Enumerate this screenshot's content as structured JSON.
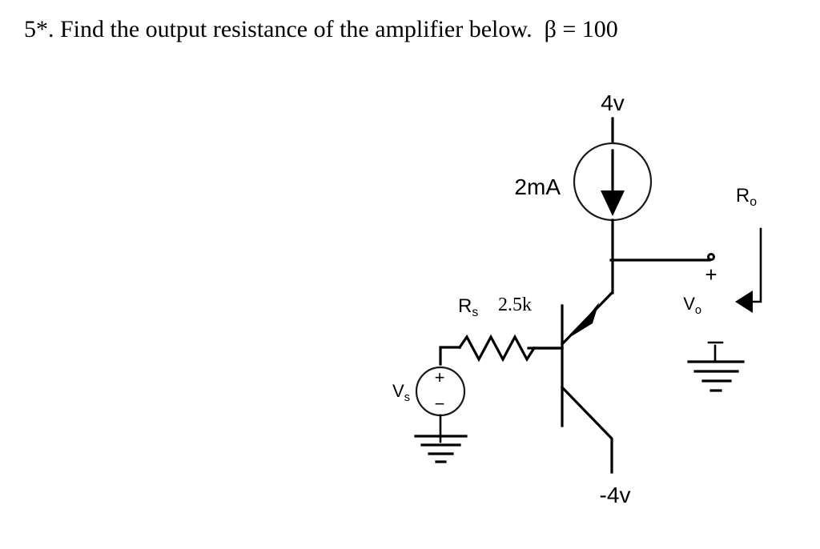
{
  "problem": {
    "number": "5*.",
    "statement": "5*. Find the output resistance of the amplifier below.",
    "beta_label": "β = 100",
    "full_title": "5*. Find the output resistance of the amplifier below.  β = 100"
  },
  "circuit": {
    "type": "BJT amplifier (PNP common-collector / emitter-follower)",
    "supplies": {
      "top_rail_label": "4v",
      "bottom_rail_label": "-4v"
    },
    "current_source": {
      "name": "bias-current-source",
      "value_label": "2mA",
      "direction": "down",
      "icon": "current-source-circle-arrow-down"
    },
    "source_resistor": {
      "name": "Rs",
      "symbol_label": "R",
      "symbol_subscript": "s",
      "value_label": "2.5k",
      "icon": "resistor-zigzag"
    },
    "input_source": {
      "name": "Vs",
      "symbol_label": "V",
      "symbol_subscript": "s",
      "plus_label": "+",
      "minus_label": "−",
      "icon": "voltage-source-circle"
    },
    "transistor": {
      "name": "Q1",
      "device": "PNP bipolar junction transistor",
      "beta_label": "β = 100",
      "terminals": [
        "emitter",
        "base",
        "collector"
      ]
    },
    "output": {
      "voltage_label": "V",
      "voltage_subscript": "o",
      "polarity_plus": "+",
      "resistance_label": "R",
      "resistance_subscript": "o",
      "terminal_icon": "open-terminal-dot",
      "measure_icon": "measure-arrow-left"
    },
    "grounds": [
      {
        "name": "ground-left",
        "icon": "ground-symbol"
      },
      {
        "name": "ground-right",
        "icon": "ground-symbol"
      }
    ],
    "colors": {
      "ink": "#000000",
      "background": "#ffffff"
    }
  }
}
